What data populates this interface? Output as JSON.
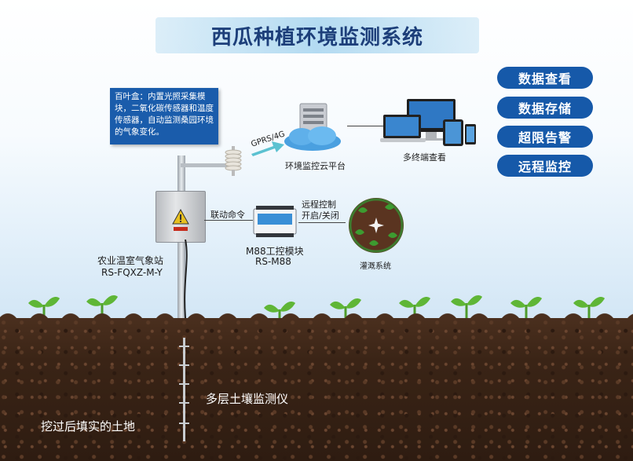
{
  "title": "西瓜种植环境监测系统",
  "side_buttons": [
    "数据查看",
    "数据存储",
    "超限告警",
    "远程监控"
  ],
  "note": "百叶盒：内置光照采集模块，二氧化碳传感器和温度传感器，自动监测桑园环境的气象变化。",
  "cloud": {
    "label": "环境监控云平台",
    "link": "GPRS/4G"
  },
  "terminal": {
    "label": "多终端查看"
  },
  "station": {
    "name": "农业温室气象站",
    "model": "RS-FQXZ-M-Y"
  },
  "linkage": "联动命令",
  "module": {
    "name": "M88工控模块",
    "model": "RS-M88"
  },
  "remote": {
    "line1": "远程控制",
    "line2": "开启/关闭"
  },
  "irrigation": "灌溉系统",
  "soil_monitor": "多层土壤监测仪",
  "backfill": "挖过后填实的土地",
  "colors": {
    "title": "#1d3f7a",
    "button": "#1659a9",
    "note_box": "#1a5cab"
  }
}
